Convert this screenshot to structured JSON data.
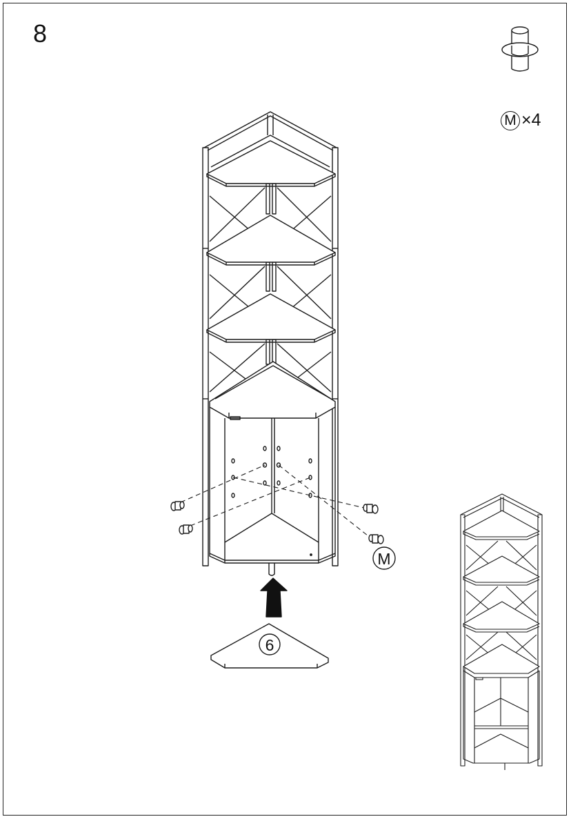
{
  "step": {
    "number": "8"
  },
  "hardware": {
    "label": "M",
    "quantity": "×4"
  },
  "callouts": {
    "hardware_label": "M",
    "part_label": "6"
  }
}
